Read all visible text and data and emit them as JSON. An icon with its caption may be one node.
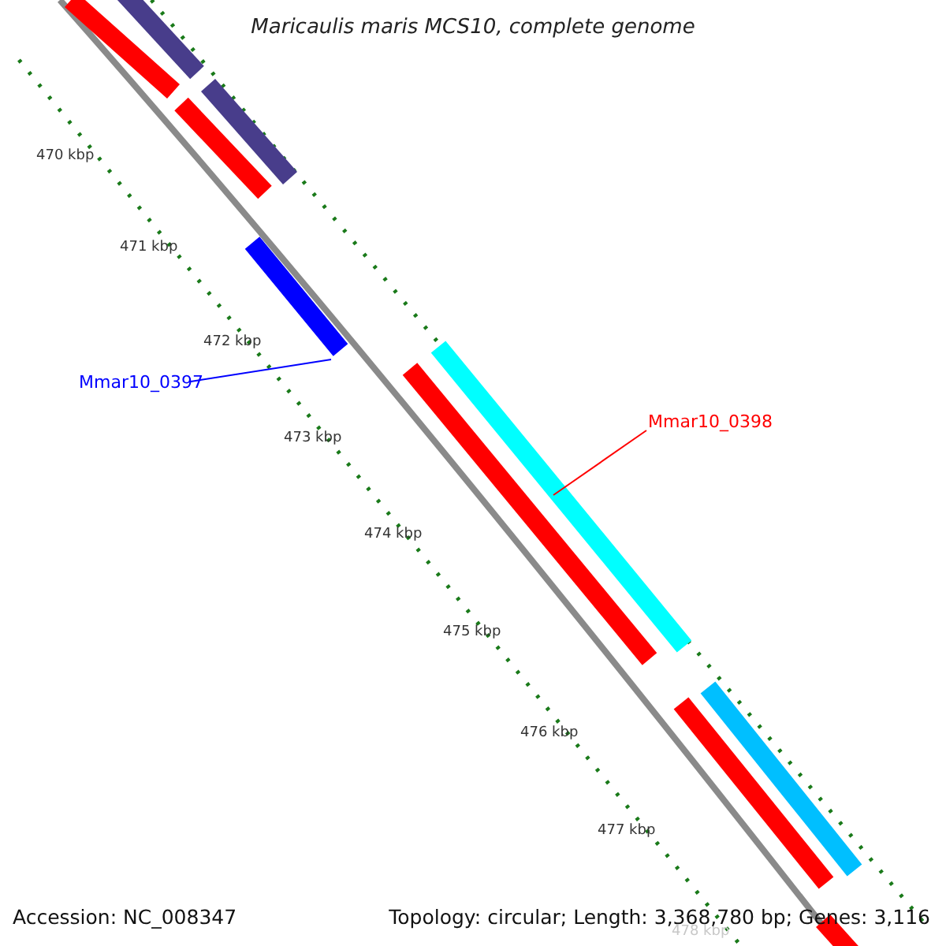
{
  "diagram": {
    "title": "Maricaulis maris MCS10, complete genome",
    "nodes": [
      {
        "text": [
          "Mmar10_0397"
        ]
      },
      {
        "text": [],
        "shape": "bar"
      },
      {
        "text": [
          "Mmar10_0398"
        ]
      },
      {
        "text": [],
        "shape": "bar"
      }
    ],
    "edges": [
      {
        "from": 0,
        "to": 1,
        "arrow": "none",
        "color": "#0000ff"
      },
      {
        "from": 2,
        "to": 3,
        "arrow": "none",
        "color": "#ff0000"
      }
    ],
    "labels": [
      "470 kbp",
      "471 kbp",
      "472 kbp",
      "473 kbp",
      "474 kbp",
      "475 kbp",
      "476 kbp",
      "477 kbp",
      "478 kbp",
      "Accession: NC_008347",
      "Topology: circular; Length: 3,368,780 bp; Genes: 3,116"
    ]
  }
}
